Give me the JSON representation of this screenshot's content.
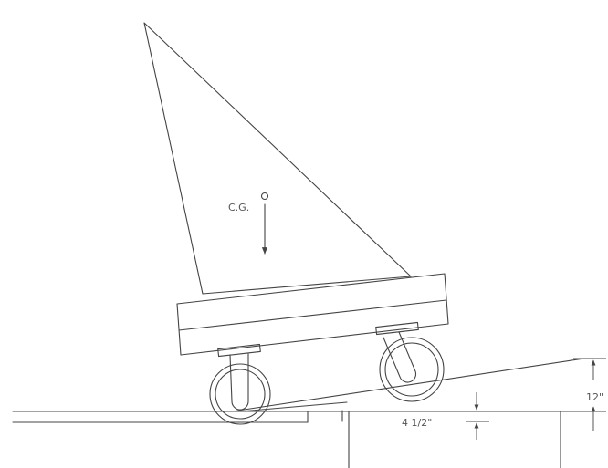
{
  "diagram": {
    "labels": {
      "cg": "C.G.",
      "ramp_rise": "12\"",
      "step_height": "4 1/2\""
    },
    "colors": {
      "line": "#444444",
      "text": "#555555",
      "background": "#ffffff"
    }
  }
}
